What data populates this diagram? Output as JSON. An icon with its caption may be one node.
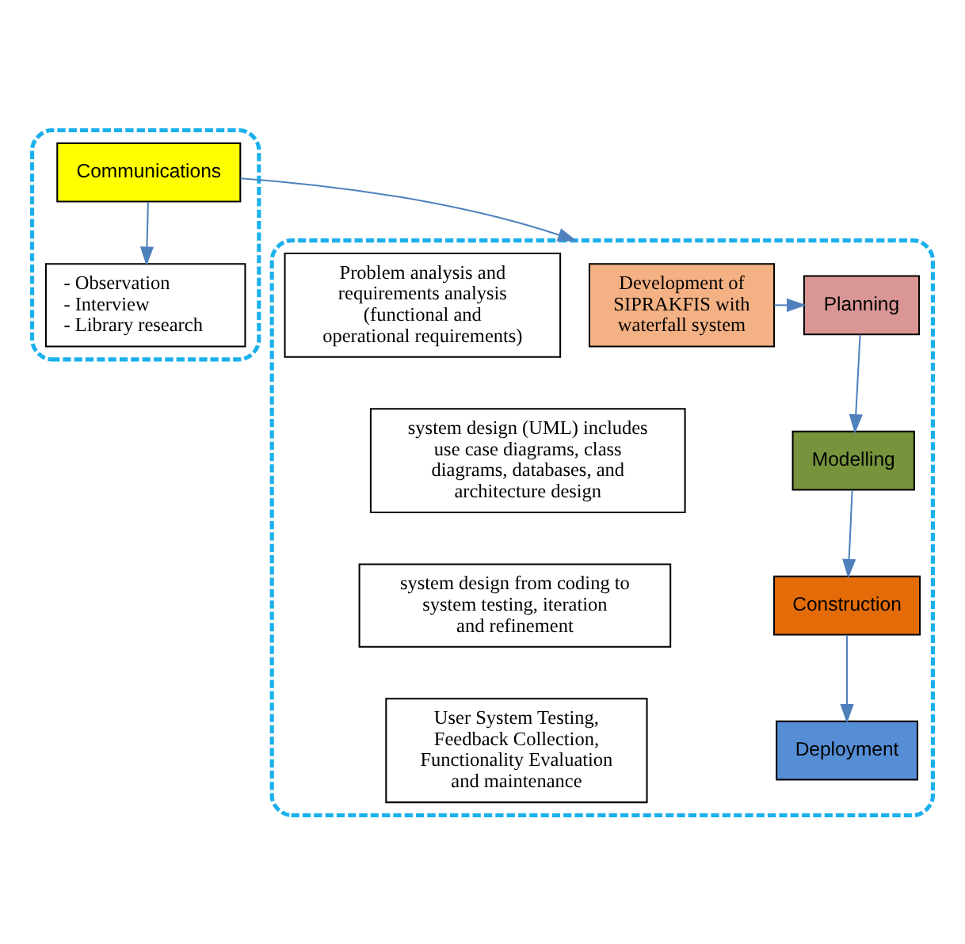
{
  "diagram": {
    "nodes": [
      {
        "text": [],
        "shape": "box"
      },
      {
        "text": [
          "Communications"
        ],
        "in": 0
      },
      {
        "text": [
          "- Observation",
          "- Interview",
          "- Library research"
        ],
        "in": 0
      },
      {
        "text": [],
        "shape": "box"
      },
      {
        "text": [
          "Development of SIPRAKFIS with waterfall system"
        ],
        "in": 3
      },
      {
        "text": [
          "Planning"
        ],
        "in": 3
      },
      {
        "text": [
          "Problem analysis and requirements analysis (functional and operational requirements)"
        ],
        "in": 3
      },
      {
        "text": [
          "Modelling"
        ],
        "in": 3
      },
      {
        "text": [
          "system design (UML) includes use case diagrams, class diagrams, databases, and architecture design"
        ],
        "in": 3
      },
      {
        "text": [
          "Construction"
        ],
        "in": 3
      },
      {
        "text": [
          "system design from coding to system testing, iteration and refinement"
        ],
        "in": 3
      },
      {
        "text": [
          "Deployment"
        ],
        "in": 3
      },
      {
        "text": [
          "User System Testing, Feedback Collection, Functionality Evaluation and maintenance"
        ],
        "in": 3
      }
    ],
    "edges": [
      {
        "from": 1,
        "to": 2,
        "arrow": "to"
      },
      {
        "from": 1,
        "to": 3,
        "arrow": "to"
      },
      {
        "from": 4,
        "to": 5,
        "arrow": "to"
      },
      {
        "from": 5,
        "to": 7,
        "arrow": "to"
      },
      {
        "from": 7,
        "to": 9,
        "arrow": "to"
      },
      {
        "from": 9,
        "to": 11,
        "arrow": "to"
      }
    ]
  }
}
